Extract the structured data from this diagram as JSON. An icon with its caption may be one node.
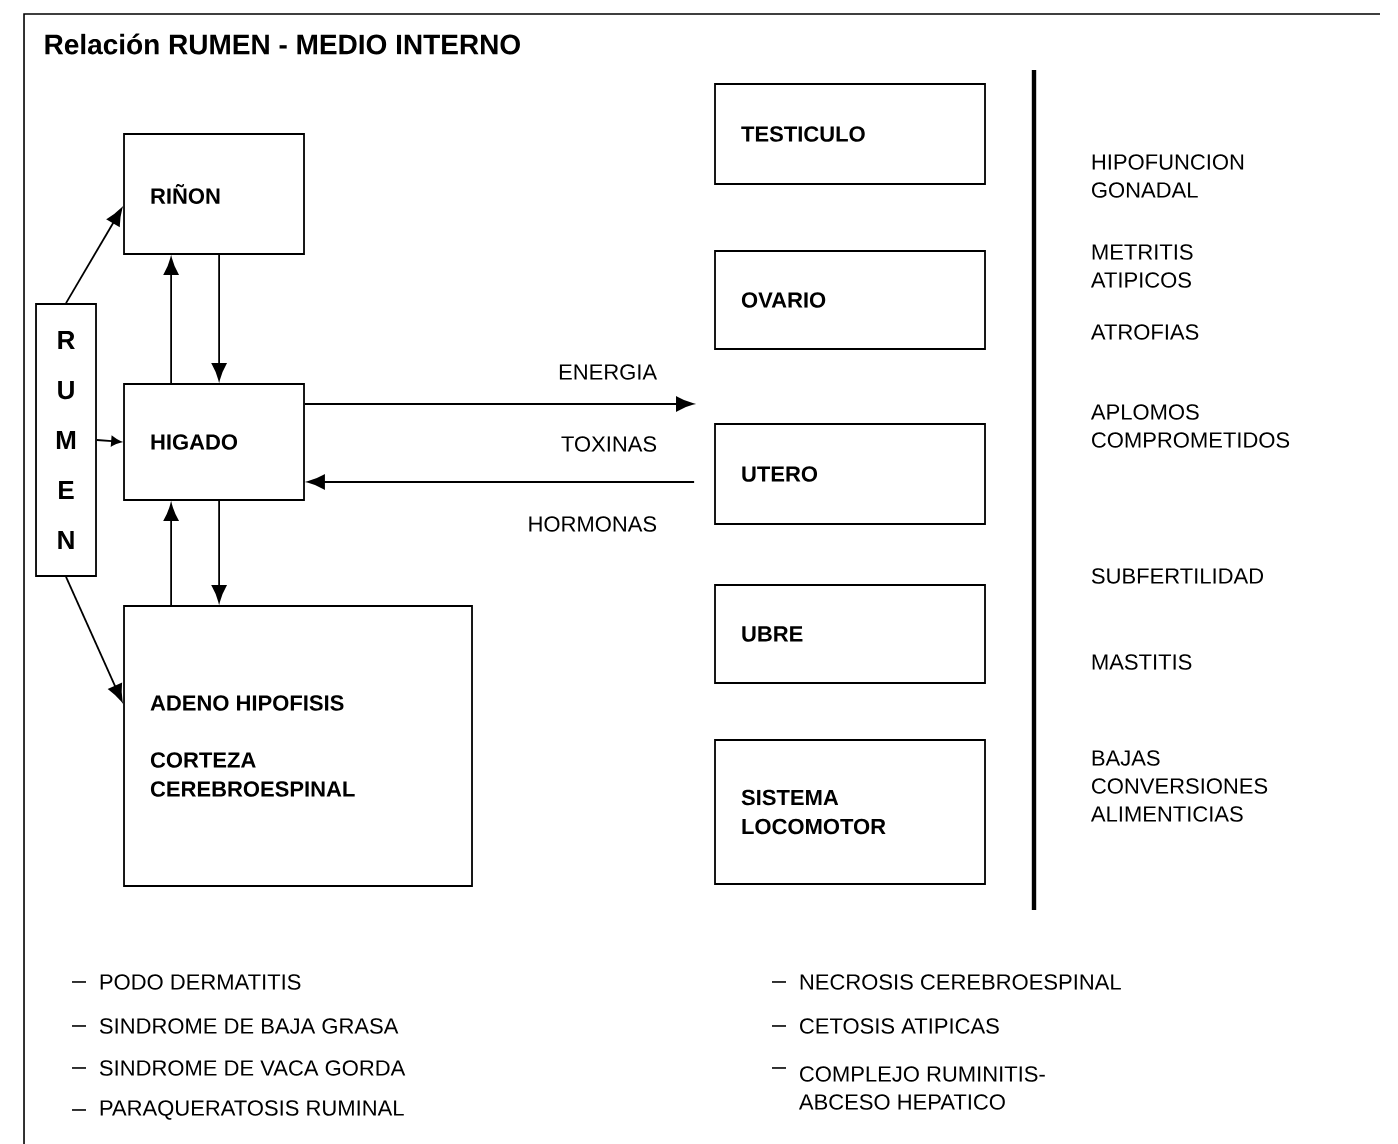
{
  "diagram": {
    "title": "Relación RUMEN - MEDIO INTERNO",
    "nodes": [
      {
        "text": [
          "RUMEN"
        ]
      },
      {
        "text": [
          "RIÑON"
        ]
      },
      {
        "text": [
          "HIGADO"
        ]
      },
      {
        "text": [
          "ADENO HIPOFISIS",
          "CORTEZA CEREBROESPINAL"
        ]
      },
      {
        "text": [
          "TESTICULO"
        ]
      },
      {
        "text": [
          "OVARIO"
        ]
      },
      {
        "text": [
          "UTERO"
        ]
      },
      {
        "text": [
          "UBRE"
        ]
      },
      {
        "text": [
          "SISTEMA LOCOMOTOR"
        ]
      }
    ],
    "edges": [
      {
        "from": 0,
        "to": 1,
        "arrow": "to"
      },
      {
        "from": 0,
        "to": 2,
        "arrow": "to"
      },
      {
        "from": 0,
        "to": 3,
        "arrow": "to"
      },
      {
        "from": 2,
        "to": 1,
        "arrow": "to"
      },
      {
        "from": 1,
        "to": 2,
        "arrow": "to"
      },
      {
        "from": 3,
        "to": 2,
        "arrow": "to"
      },
      {
        "from": 2,
        "to": 3,
        "arrow": "to"
      },
      {
        "from": 2,
        "to": null,
        "arrow": "to",
        "label": "ENERGIA"
      },
      {
        "from": 6,
        "to": 2,
        "arrow": "to",
        "label": "TOXINAS"
      }
    ],
    "labels": [
      "HIPOFUNCION GONADAL",
      "METRITIS ATIPICOS",
      "ATROFIAS",
      "APLOMOS COMPROMETIDOS",
      "SUBFERTILIDAD",
      "MASTITIS",
      "BAJAS CONVERSIONES ALIMENTICIAS",
      "HORMONAS",
      "PODO DERMATITIS",
      "SINDROME DE BAJA GRASA",
      "SINDROME DE VACA GORDA",
      "PARAQUERATOSIS RUMINAL",
      "NECROSIS CEREBROESPINAL",
      "CETOSIS ATIPICAS",
      "COMPLEJO RUMINITIS- ABCESO HEPATICO"
    ]
  }
}
